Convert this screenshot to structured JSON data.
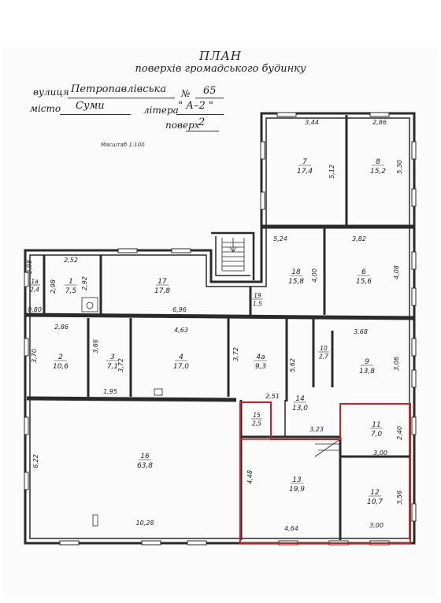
{
  "header": {
    "title": "ПЛАН",
    "subtitle": "поверхів громадського будинку",
    "street_label": "вулиця",
    "street_value": "Петропавлівська",
    "number_label": "№",
    "number_value": "65",
    "city_label": "місто",
    "city_value": "Суми",
    "letter_label": "літера",
    "letter_value": "\" А–2 \"",
    "floor_label": "поверх",
    "floor_value": "2",
    "scale": "Масштаб 1:100"
  },
  "rooms": [
    {
      "id": "r1a",
      "num": "1а",
      "area": "2,4"
    },
    {
      "id": "r1",
      "num": "1",
      "area": "7,5"
    },
    {
      "id": "r17",
      "num": "17",
      "area": "17,8"
    },
    {
      "id": "r18",
      "num": "18",
      "area": "15,8"
    },
    {
      "id": "r19",
      "num": "19",
      "area": "1,5"
    },
    {
      "id": "r6",
      "num": "6",
      "area": "15,6"
    },
    {
      "id": "r7",
      "num": "7",
      "area": "17,4"
    },
    {
      "id": "r8",
      "num": "8",
      "area": "15,2"
    },
    {
      "id": "r2",
      "num": "2",
      "area": "10,6"
    },
    {
      "id": "r3",
      "num": "3",
      "area": "7,1"
    },
    {
      "id": "r4",
      "num": "4",
      "area": "17,0"
    },
    {
      "id": "r4a",
      "num": "4а",
      "area": "9,3"
    },
    {
      "id": "r10",
      "num": "10",
      "area": "2,7"
    },
    {
      "id": "r9",
      "num": "9",
      "area": "13,8"
    },
    {
      "id": "r14",
      "num": "14",
      "area": "13,0"
    },
    {
      "id": "r15",
      "num": "15",
      "area": "2,5"
    },
    {
      "id": "r11",
      "num": "11",
      "area": "7,0"
    },
    {
      "id": "r16",
      "num": "16",
      "area": "63,8"
    },
    {
      "id": "r13",
      "num": "13",
      "area": "19,9"
    },
    {
      "id": "r12",
      "num": "12",
      "area": "10,7"
    }
  ],
  "dimensions": [
    "3,44",
    "2,86",
    "5,12",
    "5,30",
    "5,24",
    "3,82",
    "4,00",
    "4,08",
    "2,98",
    "2,52",
    "2,98",
    "2,92",
    "0,80",
    "6,96",
    "4,63",
    "3,68",
    "2,86",
    "3,70",
    "3,66",
    "3,72",
    "3,72",
    "5,62",
    "3,06",
    "1,95",
    "2,51",
    "3,23",
    "2,40",
    "3,00",
    "6,22",
    "4,48",
    "3,56",
    "10,28",
    "4,64",
    "3,00"
  ],
  "colors": {
    "wall": "#2a2a2a",
    "highlight": "#cc1f1f",
    "paper": "#fbfbfb"
  }
}
